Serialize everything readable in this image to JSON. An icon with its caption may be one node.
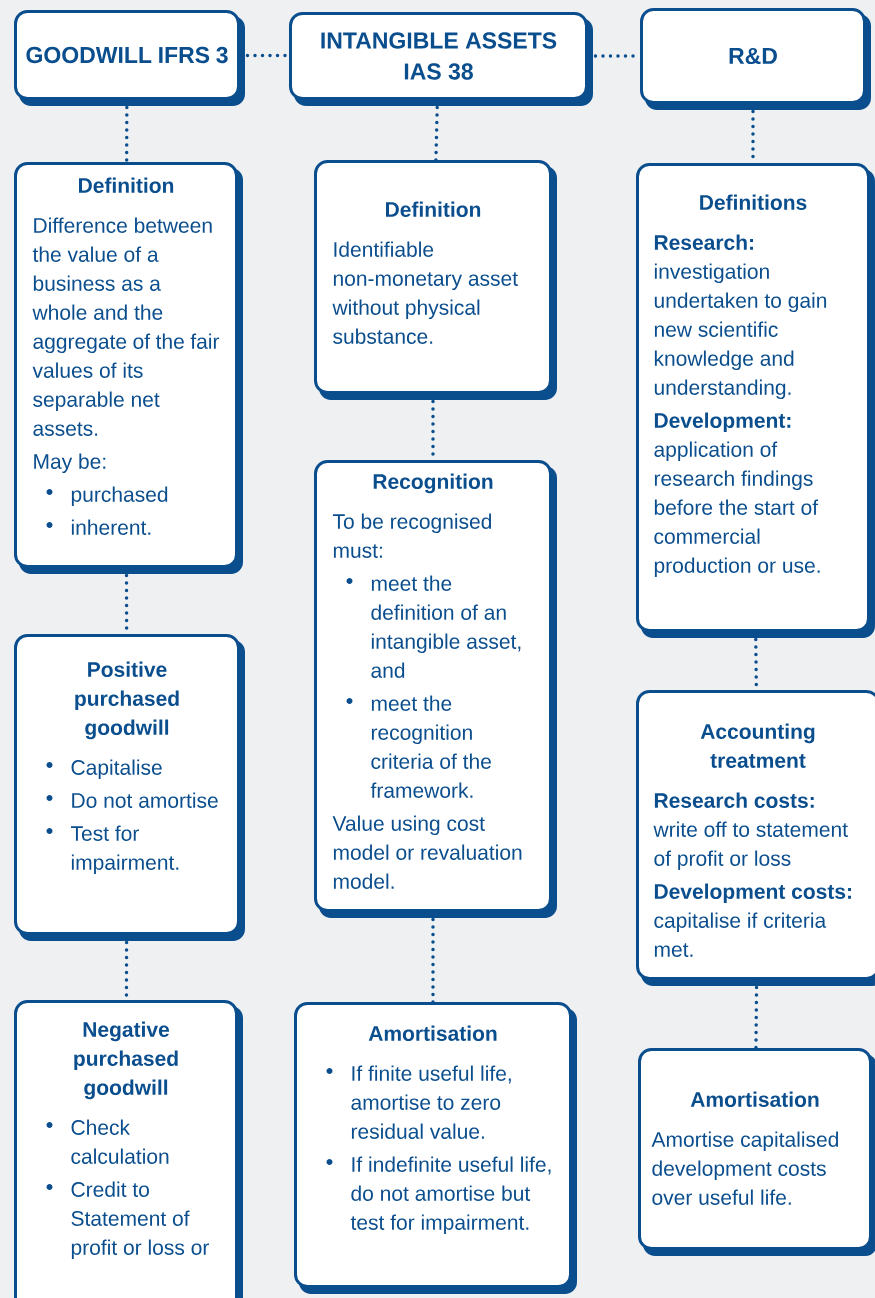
{
  "diagram": {
    "nodes": [
      {
        "text": [
          "GOODWILL IFRS 3"
        ]
      },
      {
        "text": [
          "INTANGIBLE ASSETS IAS 38"
        ]
      },
      {
        "text": [
          "R&D"
        ]
      },
      {
        "text": [
          "Definition",
          "Difference between the value of a business as a whole and the aggregate of the fair values of its separable net assets.",
          "May be:",
          "purchased",
          "inherent."
        ]
      },
      {
        "text": [
          "Positive purchased goodwill",
          "Capitalise",
          "Do not amortise",
          "Test for impairment."
        ]
      },
      {
        "text": [
          "Negative purchased goodwill",
          "Check calculation",
          "Credit to Statement of profit or loss or"
        ]
      },
      {
        "text": [
          "Definition",
          "Identifiable non-monetary asset without physical substance."
        ]
      },
      {
        "text": [
          "Recognition",
          "To be recognised must:",
          "meet the definition of an intangible asset, and",
          "meet the recognition criteria of the framework.",
          "Value using cost model or revaluation model."
        ]
      },
      {
        "text": [
          "Amortisation",
          "If finite useful life, amortise to zero residual value.",
          "If indefinite useful life, do not amortise but test for impairment."
        ]
      },
      {
        "text": [
          "Definitions",
          "Research:",
          "investigation undertaken to gain new scientific knowledge and understanding.",
          "Development:",
          "application of research findings before the start of commercial production or use."
        ]
      },
      {
        "text": [
          "Accounting treatment",
          "Research costs:",
          "write off to statement of profit or loss",
          "Development costs:",
          "capitalise if criteria met."
        ]
      },
      {
        "text": [
          "Amortisation",
          "Amortise capitalised development costs over useful life."
        ]
      }
    ],
    "edges": [
      {
        "from": 0,
        "to": 1,
        "arrow": "none"
      },
      {
        "from": 1,
        "to": 2,
        "arrow": "none"
      },
      {
        "from": 0,
        "to": 3,
        "arrow": "none"
      },
      {
        "from": 3,
        "to": 4,
        "arrow": "none"
      },
      {
        "from": 4,
        "to": 5,
        "arrow": "none"
      },
      {
        "from": 1,
        "to": 6,
        "arrow": "none"
      },
      {
        "from": 6,
        "to": 7,
        "arrow": "none"
      },
      {
        "from": 7,
        "to": 8,
        "arrow": "none"
      },
      {
        "from": 2,
        "to": 9,
        "arrow": "none"
      },
      {
        "from": 9,
        "to": 10,
        "arrow": "none"
      },
      {
        "from": 10,
        "to": 11,
        "arrow": "none"
      }
    ]
  }
}
